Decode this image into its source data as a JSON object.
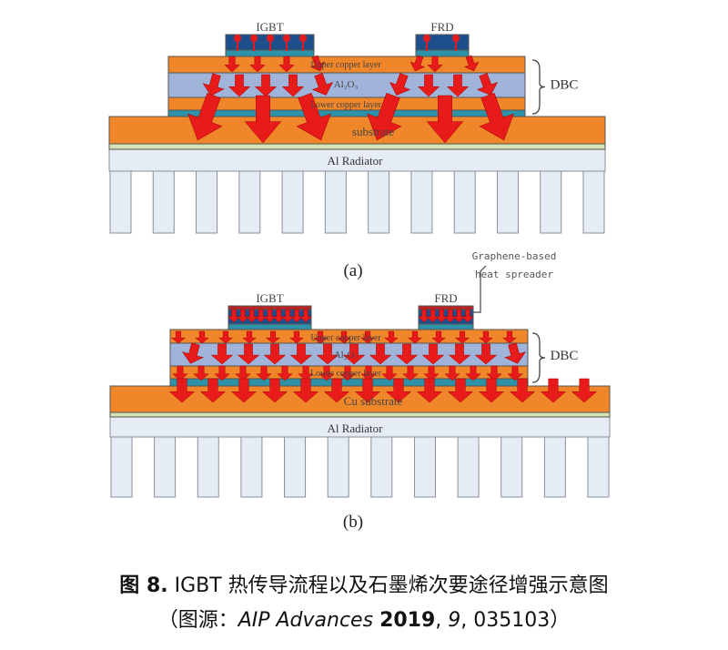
{
  "panel_a": {
    "label": "(a)",
    "igbt": "IGBT",
    "frd": "FRD",
    "upper_copper": "Upper copper layer",
    "ceramic": "Al₂O₃",
    "lower_copper": "Lower copper layer",
    "substrate": "substrate",
    "radiator": "Al Radiator",
    "dbc": "DBC"
  },
  "panel_b": {
    "label": "(b)",
    "igbt": "IGBT",
    "frd": "FRD",
    "upper_copper": "Upper copper layer",
    "ceramic": "Al₂O₃",
    "lower_copper": "Lower copper layer",
    "substrate": "Cu substrate",
    "radiator": "Al Radiator",
    "dbc": "DBC",
    "spreader_line1": "Graphene-based",
    "spreader_line2": "heat spreader"
  },
  "caption": {
    "fig_label": "图 8.",
    "title": " IGBT 热传导流程以及石墨烯次要途径增强示意图",
    "source_open": "（图源：",
    "journal": "AIP Advances",
    "year": "2019",
    "volume": "9",
    "article": "035103",
    "source_close": "）"
  },
  "colors": {
    "copper": "#f0862a",
    "ceramic": "#9fb4d8",
    "chip": "#1f4e8c",
    "solder": "#2e93a8",
    "arrow": "#e81b1b",
    "radiator": "#e6ecf6",
    "interface": "#d4e3b4"
  }
}
